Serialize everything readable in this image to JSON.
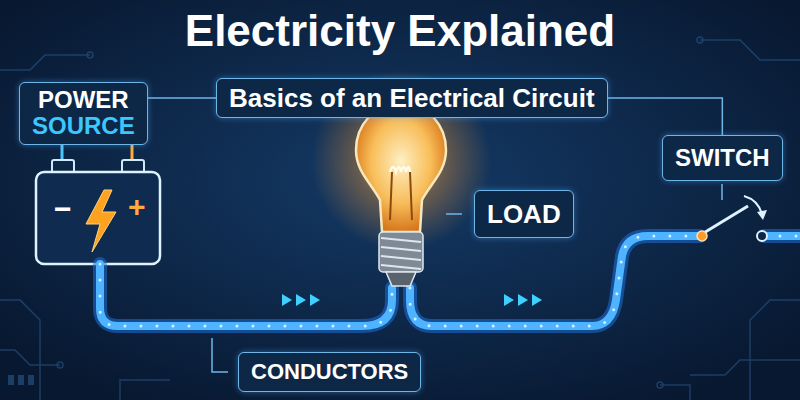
{
  "diagram": {
    "title": "Electricity Explained",
    "nodes": [
      {
        "text": [
          "POWER",
          "SOURCE"
        ]
      },
      {
        "text": [
          "Basics of an Electrical Circuit"
        ]
      },
      {
        "text": [
          "SWITCH"
        ]
      },
      {
        "text": [
          "LOAD"
        ]
      },
      {
        "text": [
          "CONDUCTORS"
        ]
      }
    ],
    "edges": [
      {
        "from": 1,
        "to": 0,
        "arrow": "none"
      },
      {
        "from": 1,
        "to": 2,
        "arrow": "none"
      }
    ],
    "labels": [
      "−",
      "+"
    ]
  }
}
